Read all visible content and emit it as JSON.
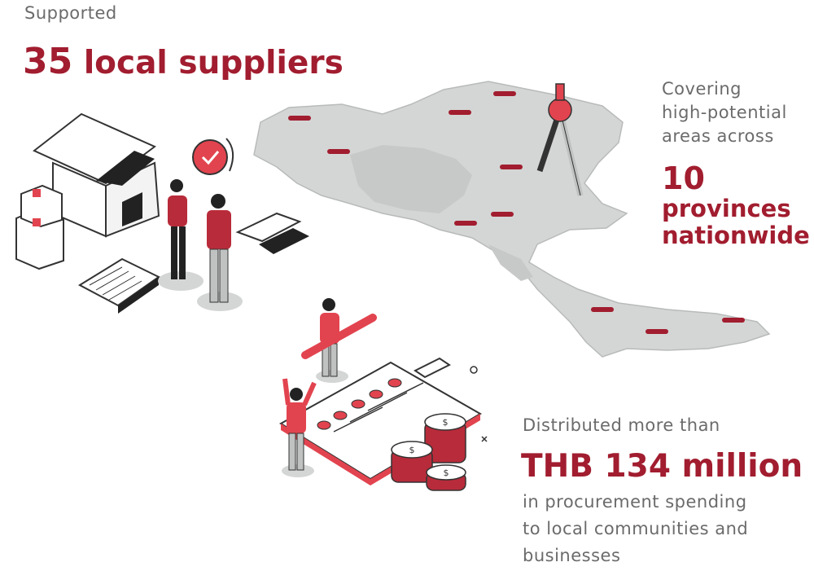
{
  "suppliers": {
    "intro": "Supported",
    "number": "35",
    "label": "local suppliers"
  },
  "provinces": {
    "line1": "Covering",
    "line2": "high-potential",
    "line3": "areas across",
    "number": "10",
    "label_line1": "provinces",
    "label_line2": "nationwide"
  },
  "spending": {
    "intro": "Distributed more than",
    "amount": "THB 134 million",
    "line1": "in procurement spending",
    "line2": "to local communities and",
    "line3": "businesses"
  },
  "colors": {
    "accent": "#a11d2f",
    "text": "#6b6b6b",
    "map": "#d4d6d5",
    "red_fill": "#e2444f"
  }
}
